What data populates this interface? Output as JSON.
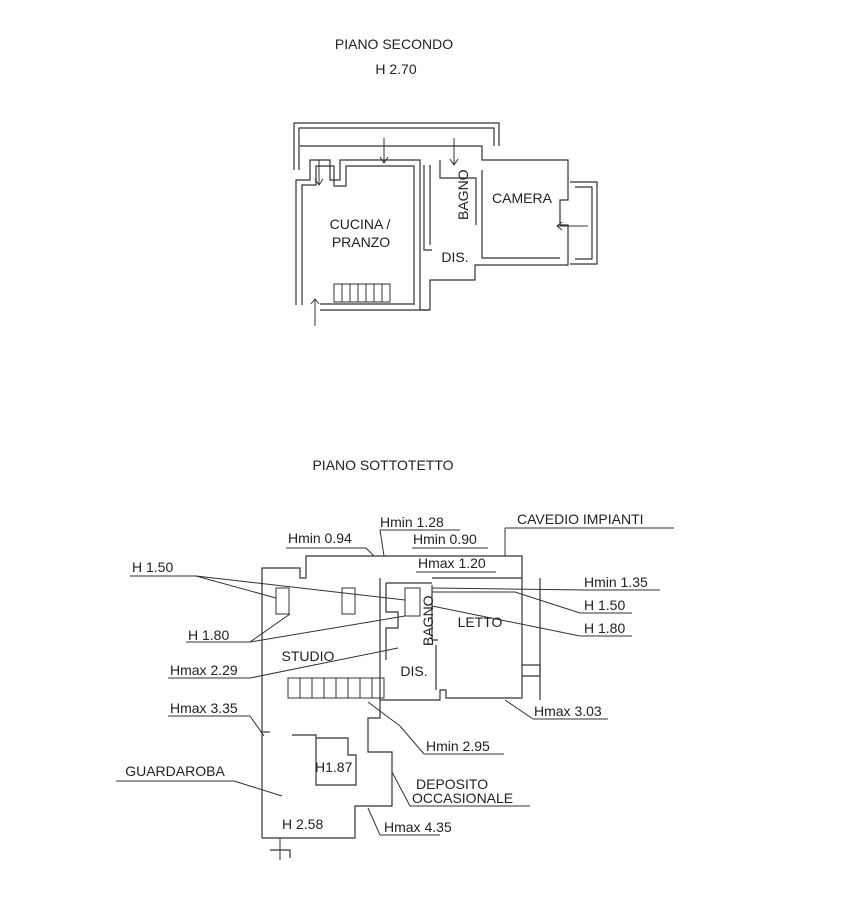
{
  "floors": [
    {
      "title": "PIANO SECONDO",
      "height": "H 2.70",
      "rooms": [
        "CUCINA /",
        "PRANZO",
        "BAGNO",
        "CAMERA",
        "DIS."
      ]
    },
    {
      "title": "PIANO SOTTOTETTO",
      "rooms": [
        "STUDIO",
        "BAGNO",
        "LETTO",
        "DIS.",
        "GUARDAROBA",
        "DEPOSITO",
        "OCCASIONALE"
      ],
      "heights": [
        "Hmin 0.94",
        "Hmin 1.28",
        "Hmin 0.90",
        "Hmax 1.20",
        "CAVEDIO IMPIANTI",
        "H 1.50",
        "Hmin 1.35",
        "H 1.50",
        "H 1.80",
        "H 1.80",
        "Hmax 2.29",
        "Hmax 3.35",
        "Hmax 3.03",
        "Hmin 2.95",
        "H1.87",
        "H 2.58",
        "Hmax 4.35"
      ]
    }
  ]
}
